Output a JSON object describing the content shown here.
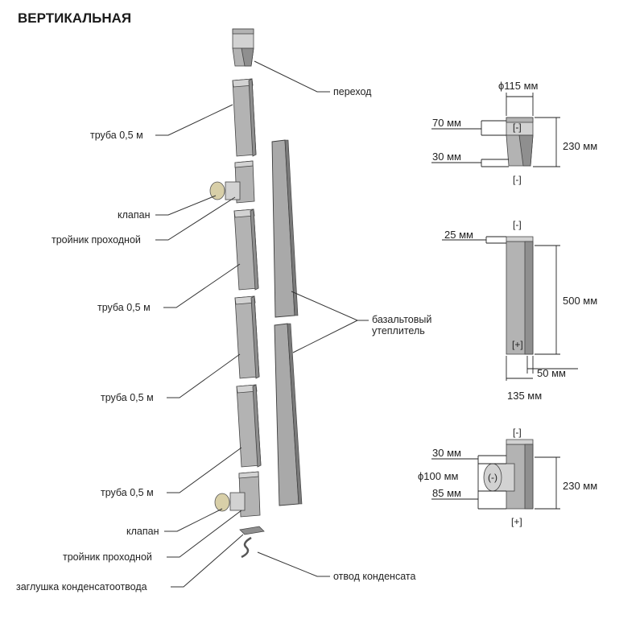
{
  "title": "ВЕРТИКАЛЬНАЯ",
  "labels": {
    "perehod": "переход",
    "truba1": "труба 0,5 м",
    "klapan1": "клапан",
    "troynik1": "тройник проходной",
    "truba2": "труба 0,5 м",
    "truba3": "труба 0,5 м",
    "truba4": "труба 0,5 м",
    "klapan2": "клапан",
    "troynik2": "тройник проходной",
    "zaglushka": "заглушка конденсатоотвода",
    "otvod": "отвод конденсата",
    "uteplitel_1": "базальтовый",
    "uteplitel_2": "утеплитель"
  },
  "detail_transition": {
    "diameter": "ϕ115 мм",
    "top_band": "70 мм",
    "bottom_band": "30 мм",
    "height": "230 мм",
    "mark_top": "[-]",
    "mark_bottom": "[-]"
  },
  "detail_pipe": {
    "mark_top": "[-]",
    "top_offset": "25 мм",
    "height": "500 мм",
    "mark_bottom": "[+]",
    "bottom_offset": "50 мм",
    "width": "135 мм"
  },
  "detail_tee": {
    "mark_top": "[-]",
    "top_offset": "30 мм",
    "diameter": "ϕ100 мм",
    "bottom_offset": "85 мм",
    "height": "230 мм",
    "mark_branch": "(-)",
    "mark_bottom": "[+]"
  }
}
